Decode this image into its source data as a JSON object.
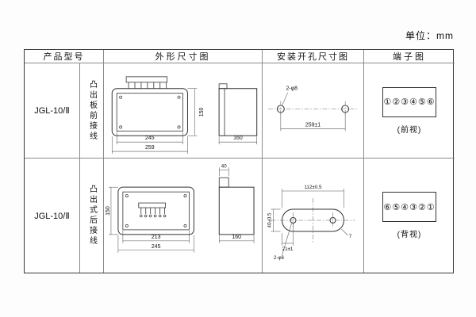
{
  "unit_label": "单位：mm",
  "table": {
    "headers": {
      "model": "产品型号",
      "outline": "外形尺寸图",
      "mounting": "安装开孔尺寸图",
      "terminal": "端子图"
    },
    "rows": [
      {
        "model": "JGL-10/Ⅱ",
        "wiring": "凸出板前接线",
        "outline_dims": {
          "inner_width": "245",
          "outer_width": "259",
          "height": "150",
          "depth": "160"
        },
        "mounting_dims": {
          "hole_label": "2-φ8",
          "spacing": "259±1"
        },
        "terminal": {
          "numbers": "①②③④⑤⑥",
          "view": "(前视)"
        }
      },
      {
        "model": "JGL-10/Ⅱ",
        "wiring": "凸出式后接线",
        "outline_dims": {
          "inner_width": "213",
          "outer_width": "245",
          "height": "150",
          "depth": "160",
          "terminal_depth": "40"
        },
        "mounting_dims": {
          "cutout_length": "112±0.5",
          "cutout_width": "40±0.5",
          "end_offset": "21±1",
          "hole_label": "2-φ6",
          "end_radius": "7"
        },
        "terminal": {
          "numbers": "⑥⑤④③②①",
          "view": "(背视)"
        }
      }
    ]
  }
}
